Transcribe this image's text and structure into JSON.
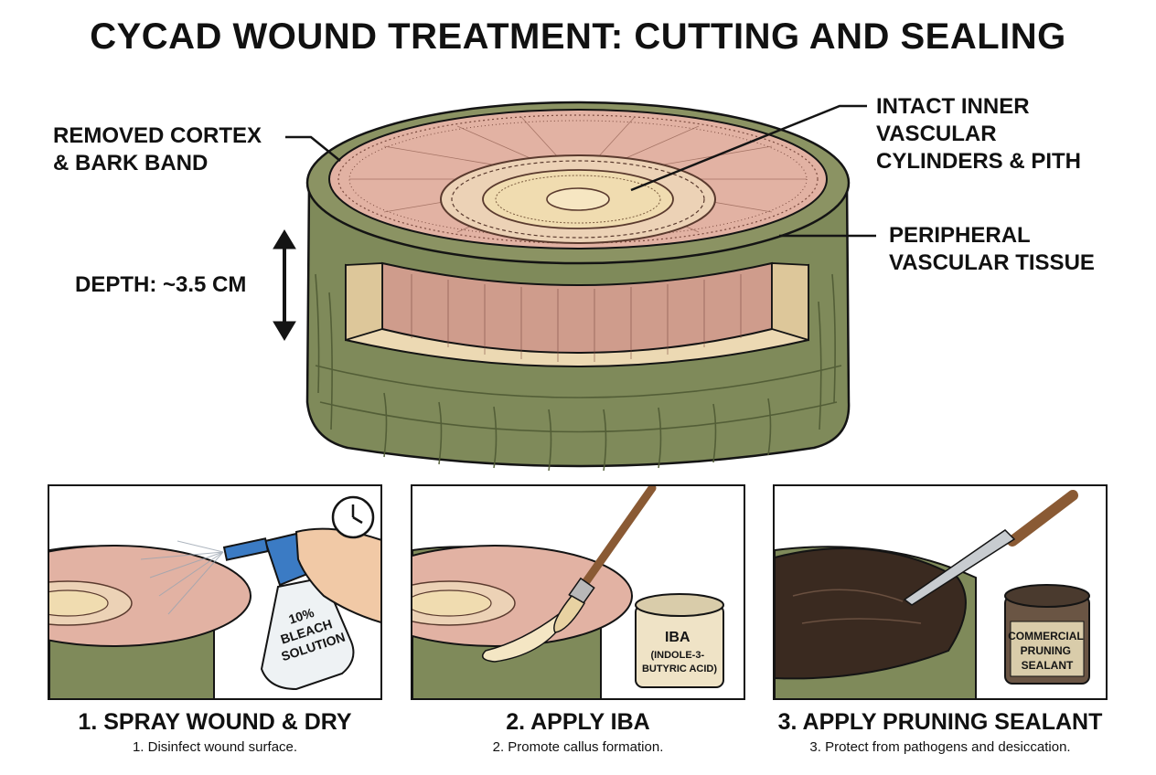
{
  "title": "CYCAD WOUND TREATMENT: CUTTING AND SEALING",
  "callouts": {
    "removed_cortex": [
      "REMOVED CORTEX",
      "& BARK BAND"
    ],
    "inner_vascular": [
      "INTACT INNER",
      "VASCULAR",
      "CYLINDERS & PITH"
    ],
    "peripheral": [
      "PERIPHERAL",
      "VASCULAR TISSUE"
    ],
    "depth": "DEPTH: ~3.5 CM"
  },
  "steps": [
    {
      "title": "1. SPRAY WOUND & DRY",
      "description": "1. Disinfect wound surface.",
      "bottle_label": [
        "10%",
        "BLEACH",
        "SOLUTION"
      ],
      "icon": "clock-icon"
    },
    {
      "title": "2. APPLY IBA",
      "description": "2. Promote callus formation.",
      "jar_label": [
        "IBA",
        "(INDOLE-3-",
        "BUTYRIC ACID)"
      ],
      "icon": "paintbrush-icon"
    },
    {
      "title": "3. APPLY PRUNING SEALANT",
      "description": "3. Protect from pathogens and desiccation.",
      "jar_label": [
        "COMMERCIAL",
        "PRUNING",
        "SEALANT"
      ],
      "icon": "spatula-icon"
    }
  ],
  "colors": {
    "bark": "#7f8a5a",
    "bark_dark": "#5e6a40",
    "cut_face": "#e2b2a3",
    "cut_side": "#cf9c8c",
    "ledge": "#ecd9b3",
    "ring": "#f0dcb0",
    "sealant": "#3a2a20",
    "ink": "#141414"
  }
}
